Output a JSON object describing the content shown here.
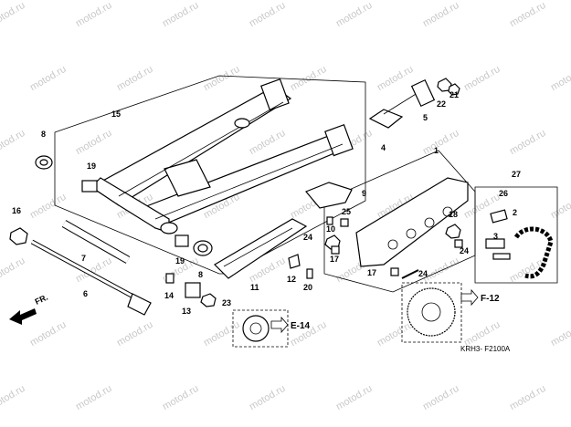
{
  "watermark": "motod.ru",
  "callouts": {
    "c1": "1",
    "c2": "2",
    "c3": "3",
    "c4": "4",
    "c5": "5",
    "c6": "6",
    "c7": "7",
    "c8a": "8",
    "c8b": "8",
    "c9": "9",
    "c10": "10",
    "c11": "11",
    "c12": "12",
    "c13": "13",
    "c14": "14",
    "c15": "15",
    "c16": "16",
    "c17a": "17",
    "c17b": "17",
    "c18": "18",
    "c19a": "19",
    "c19b": "19",
    "c20": "20",
    "c21": "21",
    "c22": "22",
    "c23": "23",
    "c24a": "24",
    "c24b": "24",
    "c24c": "24",
    "c25": "25",
    "c26": "26",
    "c27": "27"
  },
  "refs": {
    "e14": "E-14",
    "f12": "F-12"
  },
  "direction": "FR.",
  "diagram_code": "KRH3- F2100A"
}
